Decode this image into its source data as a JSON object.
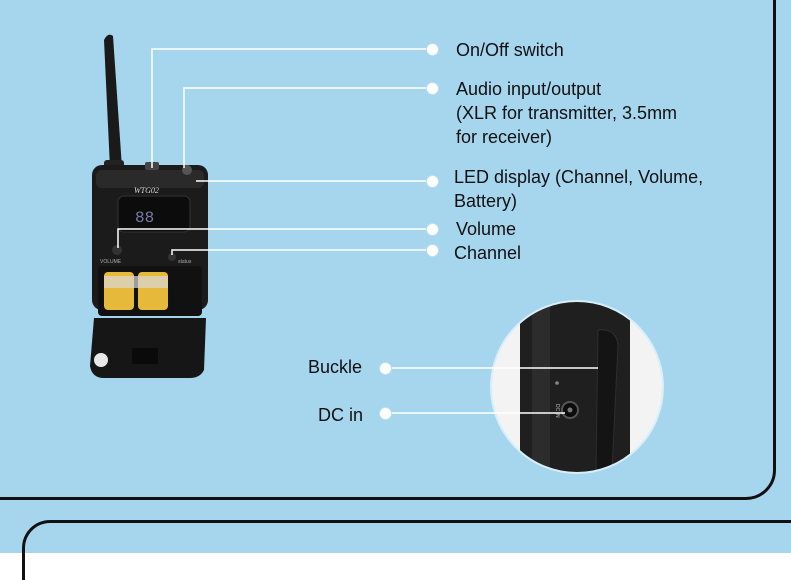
{
  "callouts": {
    "on_off": "On/Off switch",
    "audio_line1": "Audio input/output",
    "audio_line2": "(XLR for transmitter, 3.5mm",
    "audio_line3": "for receiver)",
    "led_line1": "LED display (Channel, Volume,",
    "led_line2": "Battery)",
    "volume": "Volume",
    "channel": "Channel",
    "buckle": "Buckle",
    "dc_in": "DC in"
  },
  "device": {
    "brand": "WTG02",
    "display": "88",
    "volume_mark": "VOLUME",
    "status_mark": "status",
    "dc_mark": "DC IN"
  },
  "colors": {
    "background": "#a6d5ee",
    "device_body": "#1b1b1b",
    "battery": "#e7b93a",
    "leader_line": "#ffffff"
  }
}
